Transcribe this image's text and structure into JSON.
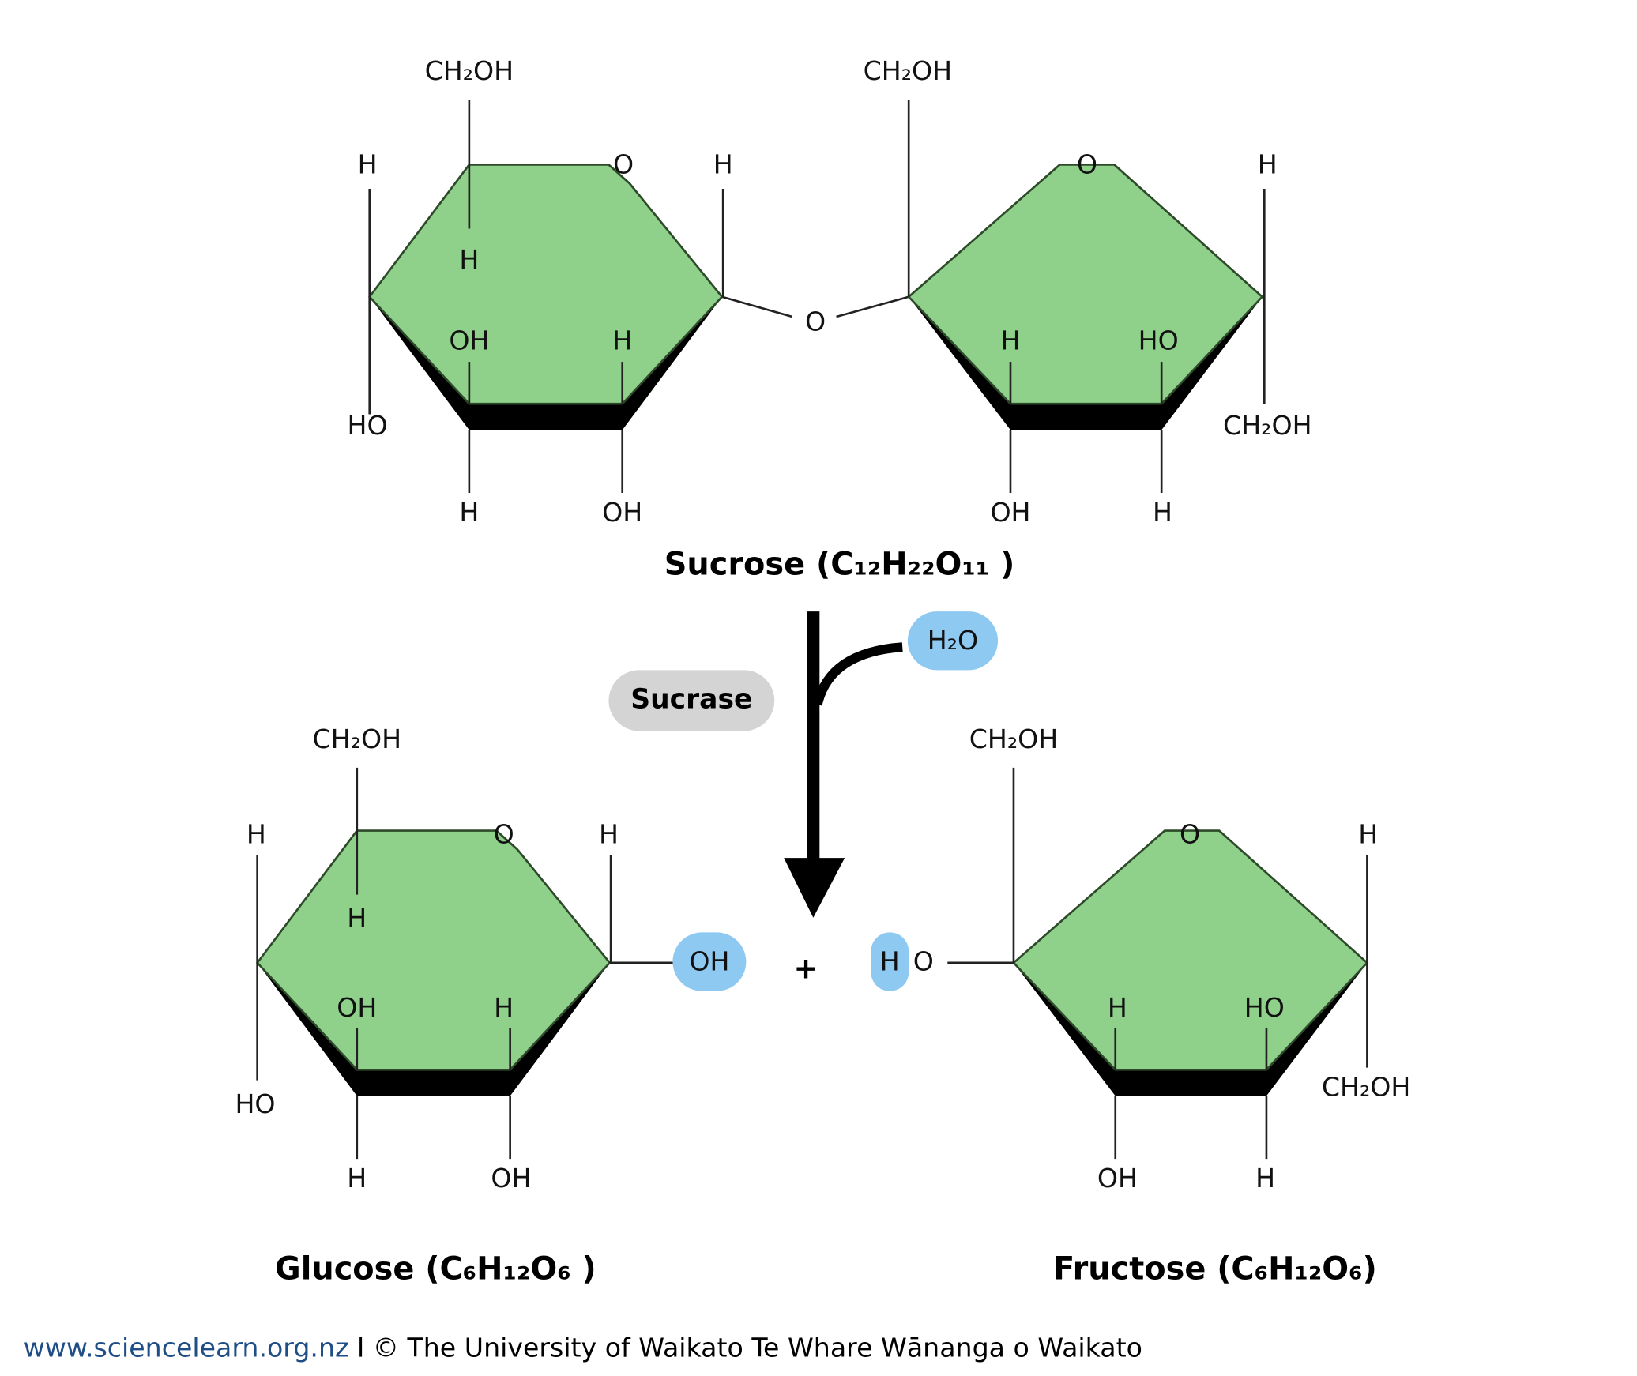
{
  "colors": {
    "ring_fill": "#8fd18b",
    "water_highlight": "#8ec9f2",
    "enzyme_pill": "#d4d4d4",
    "link": "#1f4e86"
  },
  "sucrose": {
    "glucose_ring": {
      "ch2oh": "CH₂OH",
      "h_top_left": "H",
      "ring_o": "O",
      "h_top_right": "H",
      "h_inner": "H",
      "oh_inner": "OH",
      "h_inner_right": "H",
      "ho_left": "HO",
      "h_bottom": "H",
      "oh_bottom": "OH"
    },
    "bridge_o": "O",
    "fructose_ring": {
      "ch2oh_top": "CH₂OH",
      "ring_o": "O",
      "h_top_right": "H",
      "h_inner": "H",
      "ho_inner": "HO",
      "ch2oh_right": "CH₂OH",
      "oh_bottom": "OH",
      "h_bottom": "H"
    },
    "label": "Sucrose  (C₁₂H₂₂O₁₁ )"
  },
  "reaction": {
    "water": "H₂O",
    "enzyme": "Sucrase",
    "plus": "+"
  },
  "glucose": {
    "ring": {
      "ch2oh": "CH₂OH",
      "h_top_left": "H",
      "ring_o": "O",
      "h_top_right": "H",
      "h_inner": "H",
      "oh_inner": "OH",
      "h_inner_right": "H",
      "ho_left": "HO",
      "h_bottom": "H",
      "oh_bottom": "OH"
    },
    "oh_group": "OH",
    "label": "Glucose (C₆H₁₂O₆ )"
  },
  "fructose": {
    "h_group": "H",
    "o_group": "O",
    "ring": {
      "ch2oh_top": "CH₂OH",
      "ring_o": "O",
      "h_top_right": "H",
      "h_inner": "H",
      "ho_inner": "HO",
      "ch2oh_right": "CH₂OH",
      "oh_bottom": "OH",
      "h_bottom": "H"
    },
    "label": "Fructose (C₆H₁₂O₆)"
  },
  "footer": {
    "link": "www.sciencelearn.org.nz",
    "separator": " l ",
    "credit": "© The University of Waikato Te Whare Wānanga o Waikato"
  }
}
